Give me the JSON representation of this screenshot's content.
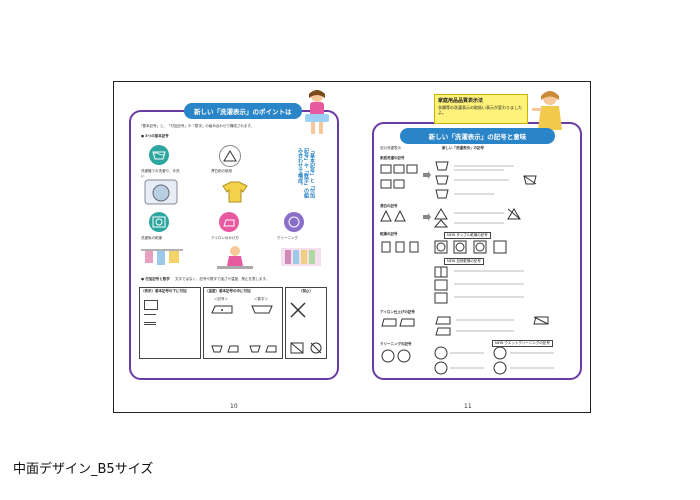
{
  "caption": "中面デザイン_B5サイズ",
  "left_page": {
    "banner": "新しい「洗濯表示」のポイントは",
    "intro": "「基本記号」と、「付加記号」や「数字」の組み合わせで構成されます。",
    "section1_title": "● 5つの基本記号",
    "vertical_note": "「基本記号」と「付加記号」や「数字」の組み合わせで構成。",
    "items": [
      {
        "badge": "洗濯処理",
        "text": "洗濯機での洗濯や、手洗い"
      },
      {
        "badge": "漂白",
        "text": "漂白剤の使用"
      },
      {
        "badge": "",
        "text": ""
      },
      {
        "badge": "自然乾燥",
        "text": "洗濯後の乾燥"
      },
      {
        "badge": "アイロン",
        "text": "アイロンのかけ方"
      },
      {
        "badge": "",
        "text": "クリーニング"
      }
    ],
    "section2_title": "● 付加記号と数字",
    "section2_text": "文字ではなく、記号や数字で強さや温度、禁止を表します。",
    "table_headers": [
      "〈表示〉基本記号の下に付加",
      "〈温度〉基本記号の中に付加",
      "〈禁止〉"
    ],
    "table_sub": [
      "＜記号＞",
      "＜数字＞"
    ],
    "page_number": "10"
  },
  "right_page": {
    "callout_title": "家庭用品品質表示法",
    "callout_text": "衣類等の洗濯表示の取扱い表示が変わりましたよ。",
    "banner": "新しい「洗濯表示」の記号と意味",
    "col_heads": [
      "旧の洗濯表示",
      "新しい「洗濯表示」の記号"
    ],
    "sections": [
      "家庭洗濯の記号",
      "漂白の記号",
      "乾燥の記号",
      "アイロン仕上げの記号",
      "クリーニングの記号"
    ],
    "tags": [
      "NEW タンブル乾燥の記号",
      "NEW 自然乾燥の記号",
      "NEW ウエットクリーニングの記号"
    ],
    "page_number": "11"
  },
  "colors": {
    "purple": "#6a3aa6",
    "blue": "#2a85c8",
    "yellow": "#fff200",
    "teal": "#2ea6a0",
    "orange": "#f2a300",
    "pink": "#e85aa0"
  }
}
